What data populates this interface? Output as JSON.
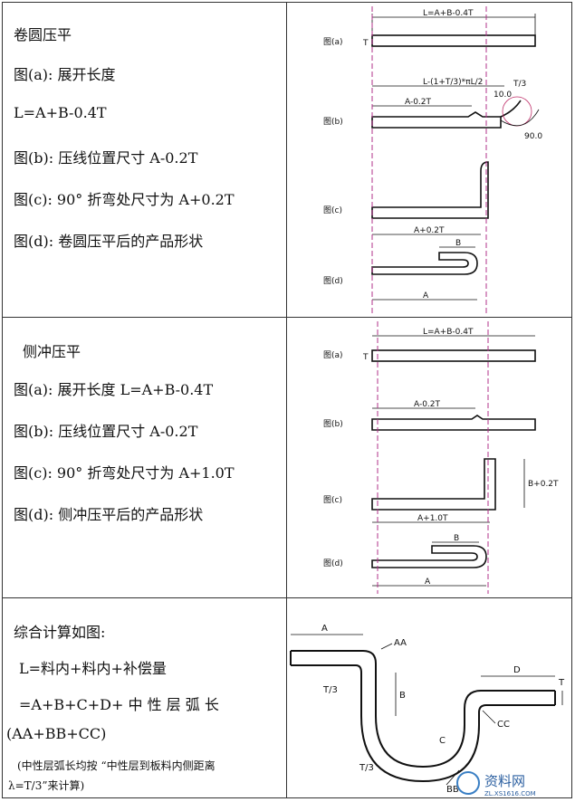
{
  "section1": {
    "title": "卷圆压平",
    "line1": "图(a): 展开长度",
    "line2": "L=A+B-0.4T",
    "line3": "图(b): 压线位置尺寸  A-0.2T",
    "line4": "图(c): 90° 折弯处尺寸为 A+0.2T",
    "line5": "图(d): 卷圆压平后的产品形状",
    "fig": {
      "a": "图(a)",
      "b": "图(b)",
      "c": "图(c)",
      "d": "图(d)",
      "dim_L": "L=A+B-0.4T",
      "dim_b_top": "L-(1+T/3)*πL/2",
      "dim_b_left": "A-0.2T",
      "dim_r": "10.0",
      "dim_angle": "90.0",
      "dim_t3": "T/3",
      "dim_c": "A+0.2T",
      "dim_B": "B",
      "dim_A": "A",
      "t": "T"
    }
  },
  "section2": {
    "title": "侧冲压平",
    "line1": "图(a): 展开长度 L=A+B-0.4T",
    "line2": "图(b): 压线位置尺寸  A-0.2T",
    "line3": "图(c): 90° 折弯处尺寸为 A+1.0T",
    "line4": "图(d): 侧冲压平后的产品形状",
    "fig": {
      "a": "图(a)",
      "b": "图(b)",
      "c": "图(c)",
      "d": "图(d)",
      "dim_L": "L=A+B-0.4T",
      "dim_b": "A-0.2T",
      "dim_c": "A+1.0T",
      "dim_c_v": "B+0.2T",
      "dim_B": "B",
      "dim_A": "A",
      "t": "T"
    }
  },
  "section3": {
    "title": "综合计算如图:",
    "line1": "L=料内+料内+补偿量",
    "line2": "=A+B+C+D+  中  性  层  弧  长",
    "line3": "(AA+BB+CC)",
    "line4": "(中性层弧长均按 “中性层到板料内侧距离",
    "line5": "λ=T/3”来计算)",
    "fig": {
      "A": "A",
      "AA": "AA",
      "B": "B",
      "C": "C",
      "D": "D",
      "BB": "BB",
      "CC": "CC",
      "T": "T",
      "T3a": "T/3",
      "T3b": "T/3"
    }
  },
  "watermark": {
    "text": "资料网",
    "url": "ZL.XS1616.COM"
  }
}
